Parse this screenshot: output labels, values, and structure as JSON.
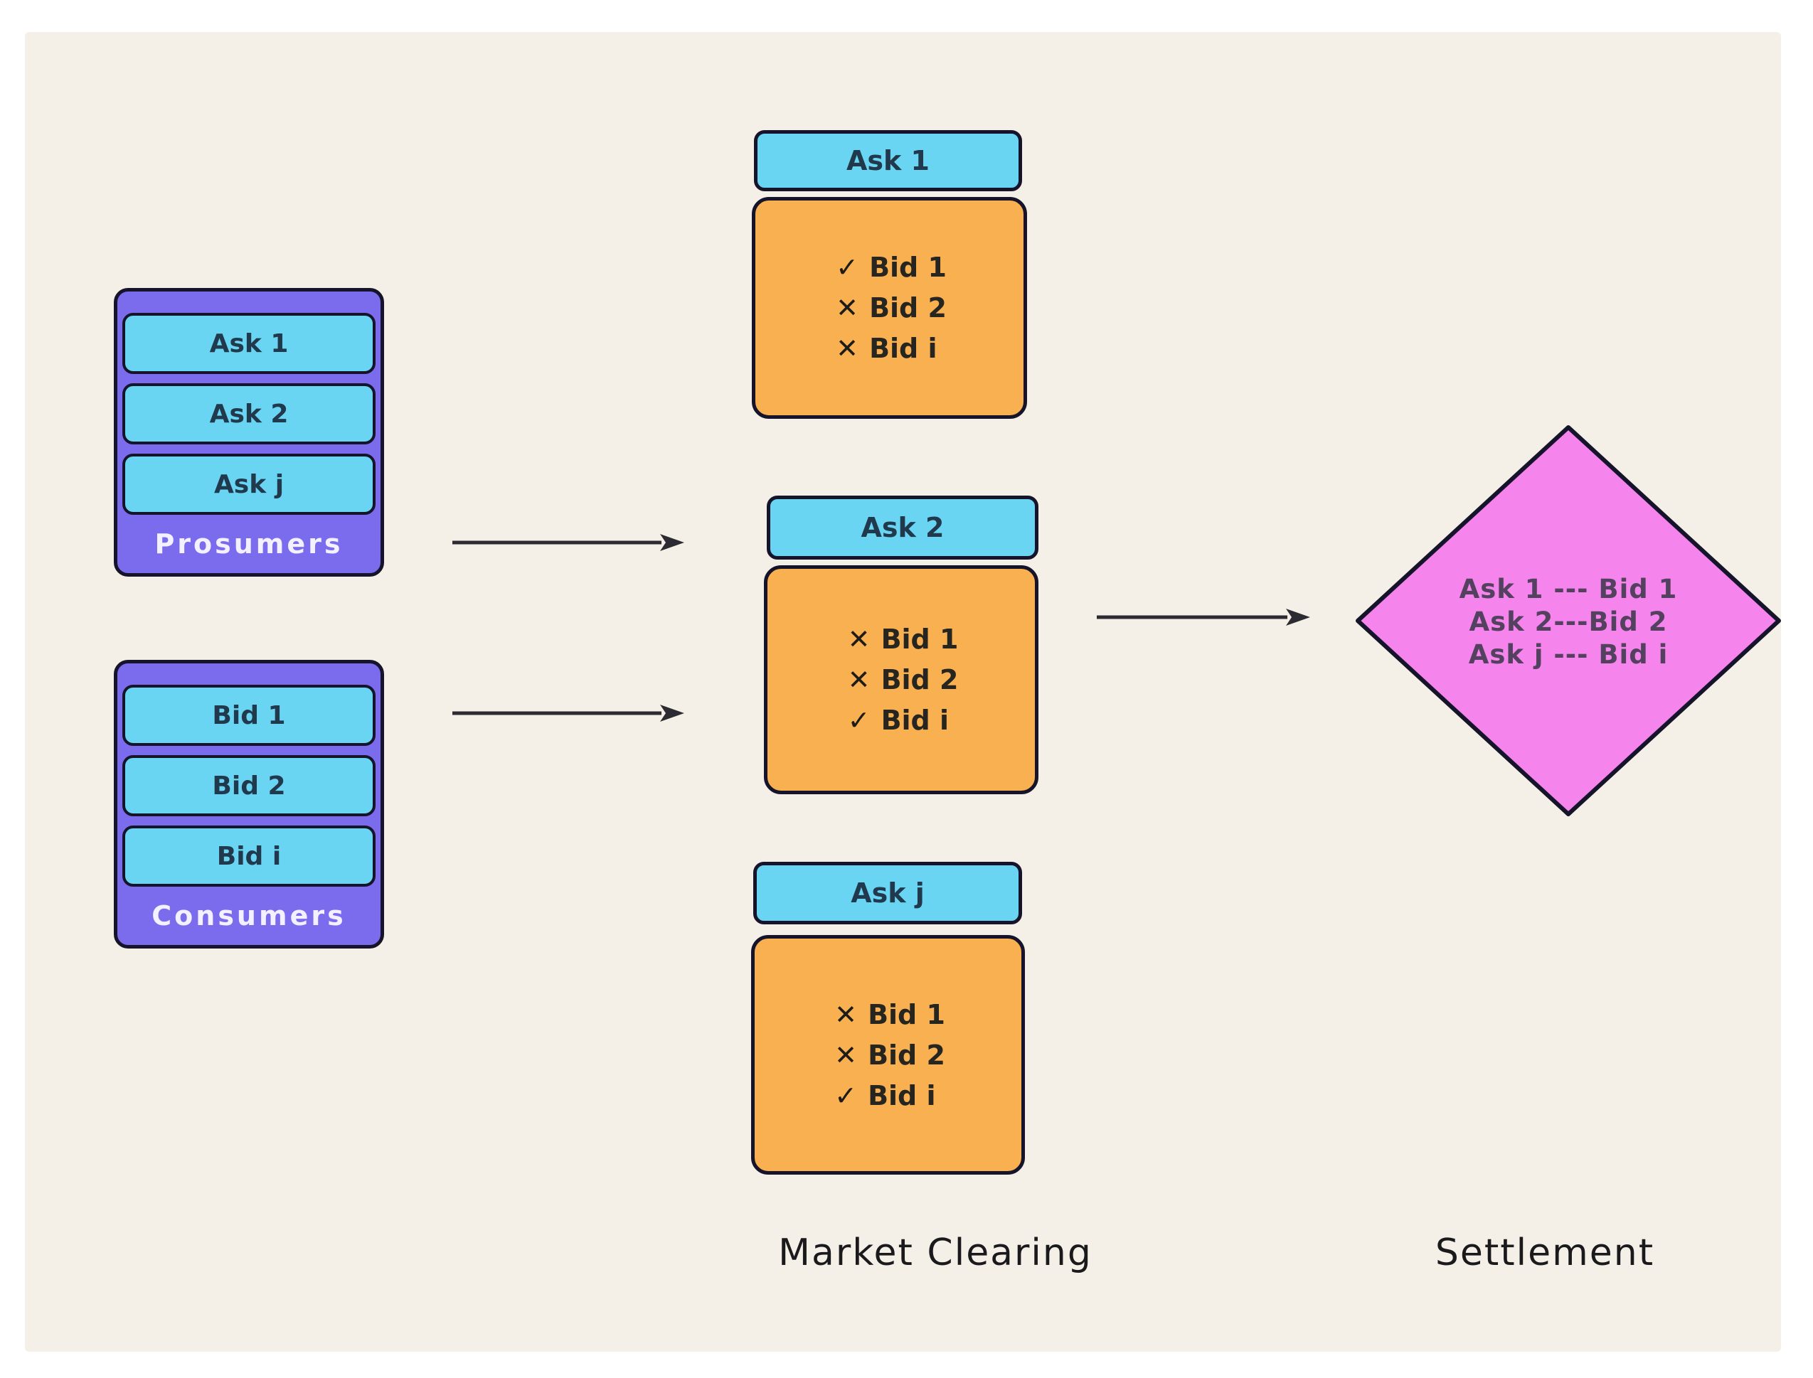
{
  "palette": {
    "surface": "#f5f0e7",
    "purple": "#7b6cee",
    "cyan": "#69d5f2",
    "orange": "#f8b051",
    "pink": "#f585ec",
    "outline": "#15142a"
  },
  "prosumers_stack": {
    "label": "Prosumers",
    "items": [
      "Ask 1",
      "Ask 2",
      "Ask j"
    ]
  },
  "consumers_stack": {
    "label": "Consumers",
    "items": [
      "Bid 1",
      "Bid 2",
      "Bid i"
    ]
  },
  "clearing": {
    "groups": [
      {
        "header": "Ask 1",
        "rows": [
          {
            "mark": "✓",
            "label": "Bid 1"
          },
          {
            "mark": "✕",
            "label": "Bid 2"
          },
          {
            "mark": "✕",
            "label": "Bid i"
          }
        ]
      },
      {
        "header": "Ask 2",
        "rows": [
          {
            "mark": "✕",
            "label": "Bid 1"
          },
          {
            "mark": "✕",
            "label": "Bid 2"
          },
          {
            "mark": "✓",
            "label": "Bid i"
          }
        ]
      },
      {
        "header": "Ask j",
        "rows": [
          {
            "mark": "✕",
            "label": "Bid 1"
          },
          {
            "mark": "✕",
            "label": "Bid 2"
          },
          {
            "mark": "✓",
            "label": "Bid i"
          }
        ]
      }
    ]
  },
  "settlement": {
    "lines": [
      "Ask 1 --- Bid 1",
      "Ask 2---Bid 2",
      "Ask j --- Bid i"
    ]
  },
  "section_labels": {
    "market_clearing": "Market Clearing",
    "settlement": "Settlement"
  }
}
